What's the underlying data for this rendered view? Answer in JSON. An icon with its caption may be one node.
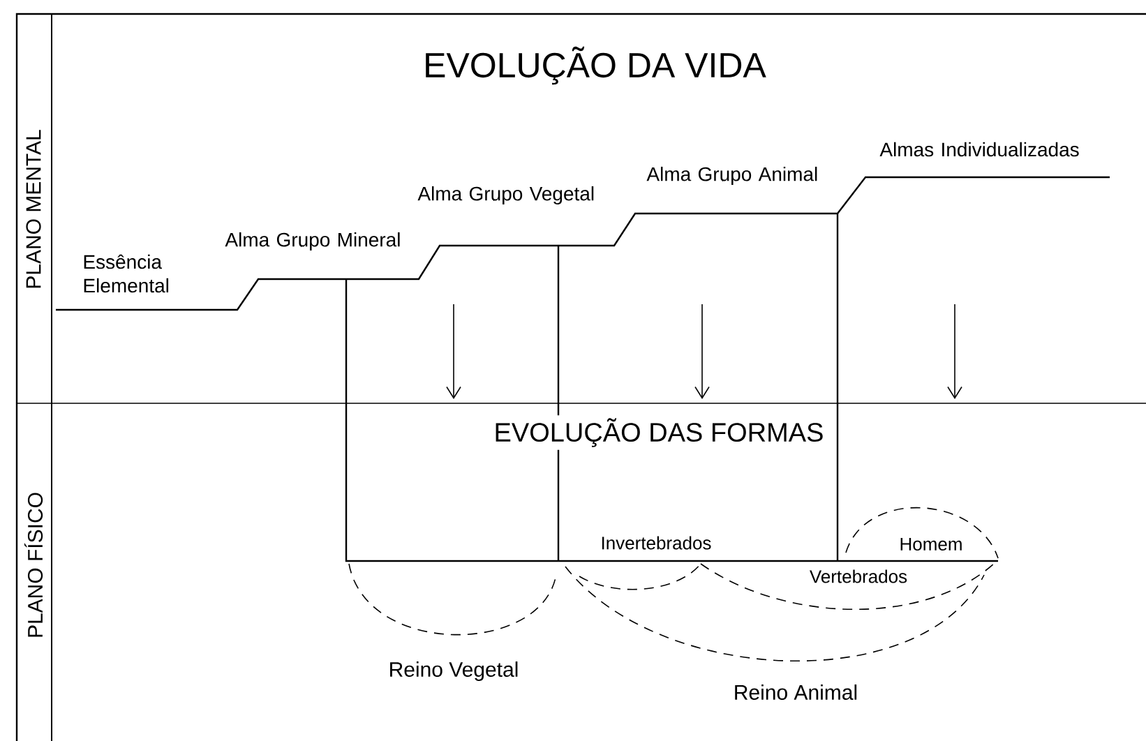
{
  "diagram": {
    "title": "EVOLUÇÃO DA VIDA",
    "labels": [
      "PLANO MENTAL",
      "Almas Individualizadas",
      "Alma Grupo Animal",
      "Alma Grupo Vegetal",
      "Alma Grupo Mineral",
      "Essência Elemental",
      "PLANO FÍSICO",
      "EVOLUÇÃO DAS FORMAS",
      "Invertebrados",
      "Homem",
      "Vertebrados",
      "Reino Vegetal",
      "Reino Animal"
    ]
  }
}
